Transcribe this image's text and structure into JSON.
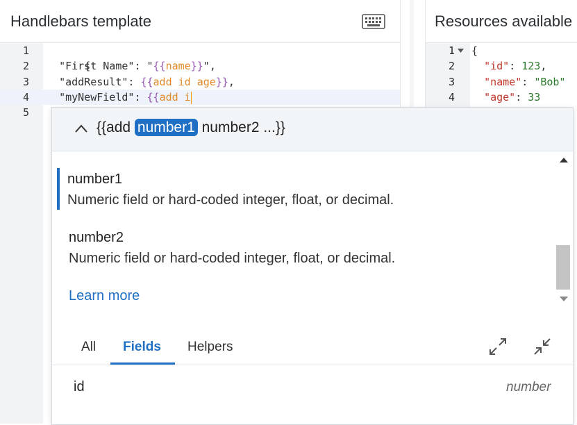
{
  "left_panel": {
    "title": "Handlebars template",
    "keyboard_icon": "keyboard-icon",
    "line_numbers": [
      "1",
      "2",
      "3",
      "4",
      "5"
    ],
    "code": {
      "l1": "{",
      "l2_key": "\"First Name\"",
      "l2_colon": ": ",
      "l2_q1": "\"",
      "l2_open": "{{",
      "l2_name": "name",
      "l2_close": "}}",
      "l2_q2": "\"",
      "l2_comma": ",",
      "l3_key": "\"addResult\"",
      "l3_colon": ": ",
      "l3_open": "{{",
      "l3_expr": "add id age",
      "l3_close": "}}",
      "l3_comma": ",",
      "l4_key": "\"myNewField\"",
      "l4_colon": ": ",
      "l4_open": "{{",
      "l4_expr": "add i",
      "l5": "}"
    }
  },
  "right_panel": {
    "title": "Resources available",
    "line_numbers": [
      "1",
      "2",
      "3",
      "4"
    ],
    "fold_icon": "chevron-down-icon",
    "code": {
      "l1": "{",
      "l2_key": "\"id\"",
      "l2_colon": ": ",
      "l2_val": "123",
      "l2_comma": ",",
      "l3_key": "\"name\"",
      "l3_colon": ": ",
      "l3_val": "\"Bob\"",
      "l4_key": "\"age\"",
      "l4_colon": ": ",
      "l4_val": "33"
    }
  },
  "popup": {
    "signature": {
      "prefix": "{{add ",
      "highlight": "number1",
      "suffix": " number2 ...}}"
    },
    "params": [
      {
        "name": "number1",
        "description": "Numeric field or hard-coded integer, float, or decimal."
      },
      {
        "name": "number2",
        "description": "Numeric field or hard-coded integer, float, or decimal."
      }
    ],
    "learn_more": "Learn more",
    "tabs": [
      {
        "label": "All"
      },
      {
        "label": "Fields"
      },
      {
        "label": "Helpers"
      }
    ],
    "active_tab": "Fields",
    "field": {
      "name": "id",
      "type": "number"
    },
    "colors": {
      "accent": "#1f6fc5",
      "header_bg": "#f2f5f8"
    }
  }
}
